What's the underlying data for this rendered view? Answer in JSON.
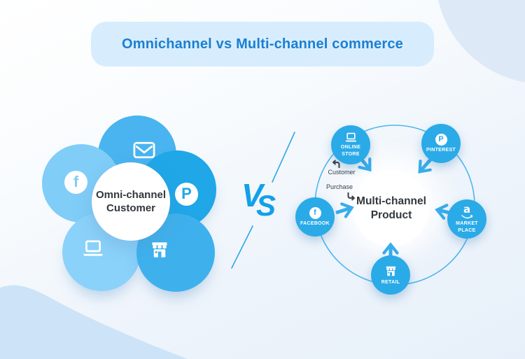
{
  "title": "Omnichannel vs Multi-channel commerce",
  "versus": {
    "v": "V",
    "s": "S"
  },
  "omnichannel": {
    "center_label": "Omni-channel Customer",
    "channels": [
      {
        "icon": "email-icon"
      },
      {
        "icon": "facebook-icon"
      },
      {
        "icon": "pinterest-icon"
      },
      {
        "icon": "laptop-icon"
      },
      {
        "icon": "store-icon"
      }
    ]
  },
  "multichannel": {
    "center_label": "Multi-channel Product",
    "nodes": [
      {
        "label": "ONLINE STORE",
        "icon": "laptop-icon"
      },
      {
        "label": "PINTEREST",
        "icon": "pinterest-icon"
      },
      {
        "label": "FACEBOOK",
        "icon": "facebook-icon"
      },
      {
        "label": "MARKET PLACE",
        "icon": "amazon-icon"
      },
      {
        "label": "RETAIL",
        "icon": "store-icon"
      }
    ],
    "flow_labels": {
      "customer": "Customer",
      "purchase": "Purchase"
    }
  },
  "icon_letters": {
    "facebook": "f",
    "pinterest": "P",
    "amazon": "a"
  },
  "colors": {
    "accent_blue": "#2baae8",
    "banner_bg": "#d7edfd",
    "title_text": "#1b7fd2",
    "flower_top": "#49b4ef",
    "flower_left": "#80cdf8",
    "flower_right": "#1fa7e7",
    "flower_bottom_left": "#8bd2fa",
    "flower_bottom_right": "#3eb1ed",
    "dark_text": "#32373e"
  }
}
